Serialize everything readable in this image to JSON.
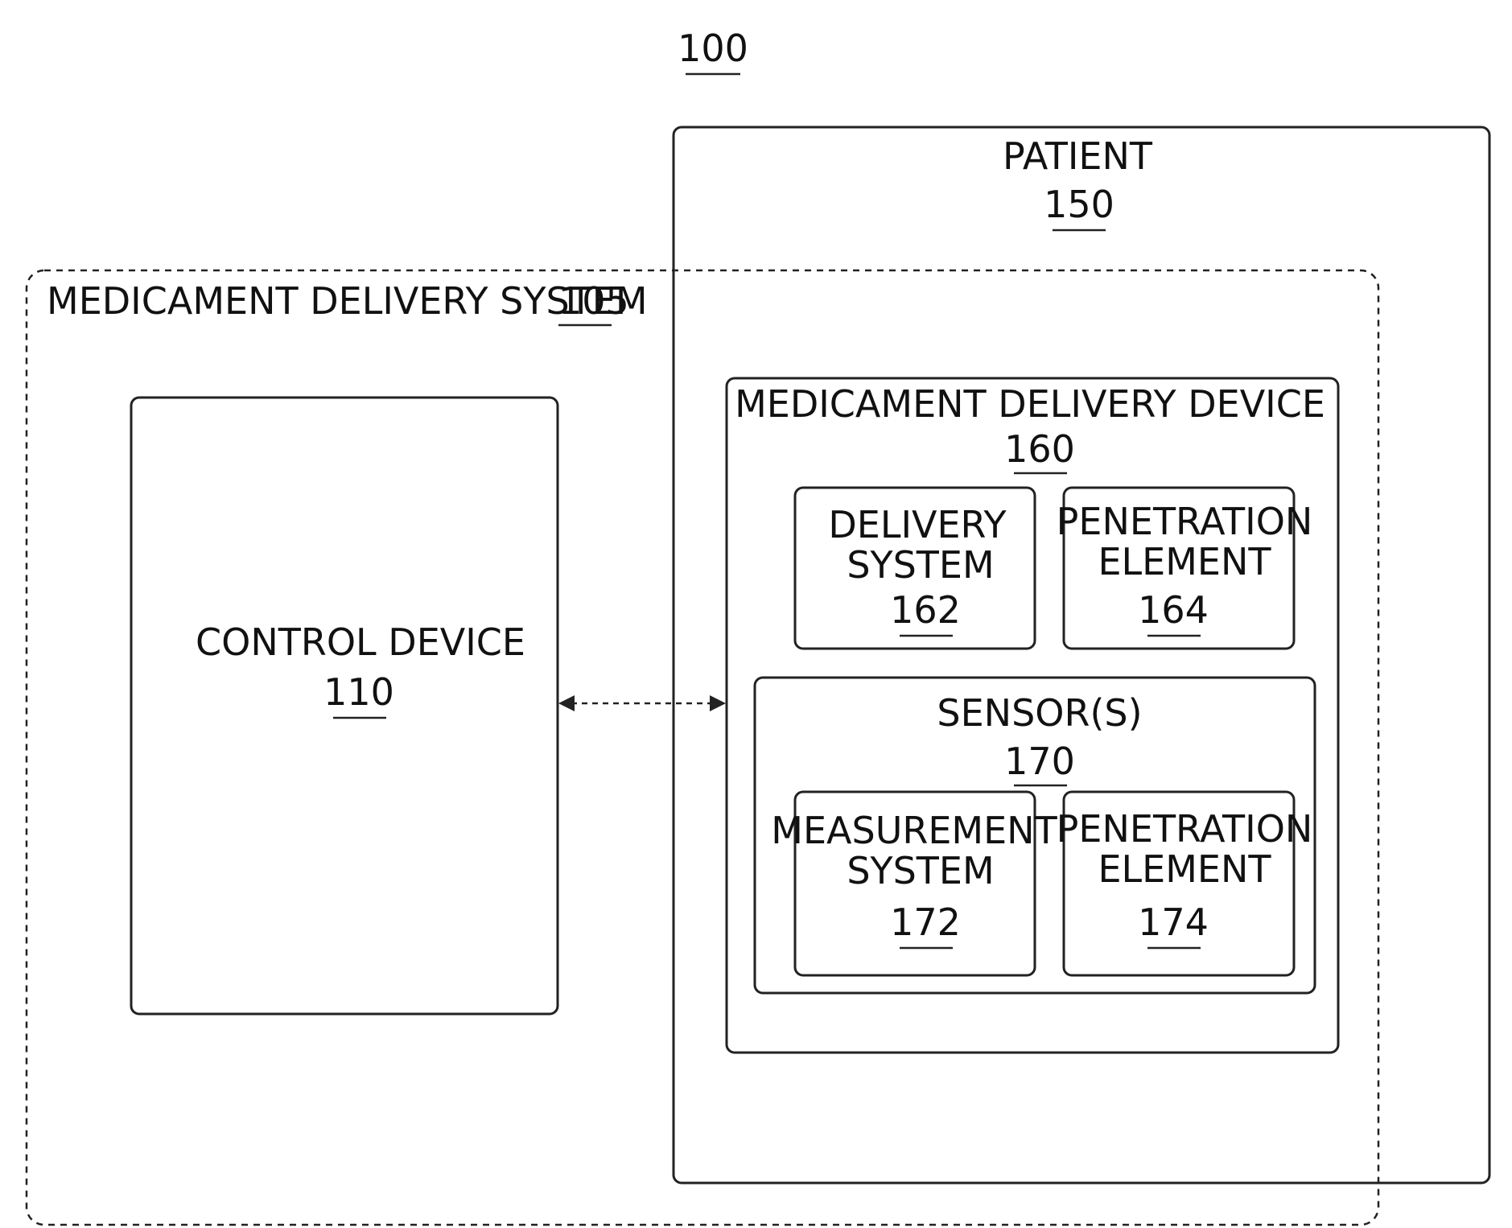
{
  "figure_ref": "100",
  "patient": {
    "label": "PATIENT",
    "ref": "150"
  },
  "medicament_delivery_system": {
    "label": "MEDICAMENT DELIVERY SYSTEM",
    "ref": "105"
  },
  "control_device": {
    "label": "CONTROL DEVICE",
    "ref": "110"
  },
  "medicament_delivery_device": {
    "label": "MEDICAMENT DELIVERY DEVICE",
    "ref": "160"
  },
  "delivery_system": {
    "label_line1": "DELIVERY",
    "label_line2": "SYSTEM",
    "ref": "162"
  },
  "penetration_element_164": {
    "label_line1": "PENETRATION",
    "label_line2": "ELEMENT",
    "ref": "164"
  },
  "sensors": {
    "label": "SENSOR(S)",
    "ref": "170"
  },
  "measurement_system": {
    "label_line1": "MEASUREMENT",
    "label_line2": "SYSTEM",
    "ref": "172"
  },
  "penetration_element_174": {
    "label_line1": "PENETRATION",
    "label_line2": "ELEMENT",
    "ref": "174"
  }
}
